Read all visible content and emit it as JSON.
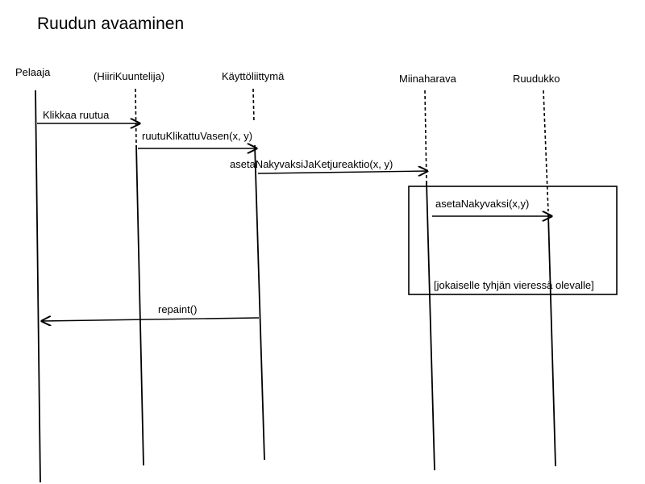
{
  "title": "Ruudun avaaminen",
  "actors": {
    "pelaaja": "Pelaaja",
    "hiirikuuntelija": "(HiiriKuuntelija)",
    "kayttoliittyma": "Käyttöliittymä",
    "miinaharava": "Miinaharava",
    "ruudukko": "Ruudukko"
  },
  "messages": {
    "m1": "Klikkaa ruutua",
    "m2": "ruutuKlikattuVasen(x, y)",
    "m3": "asetaNakyvaksiJaKetjureaktio(x, y)",
    "m4": "asetaNakyvaksi(x,y)",
    "m5": "repaint()"
  },
  "loop": {
    "guard": "[jokaiselle tyhjän vieressä olevalle]"
  }
}
